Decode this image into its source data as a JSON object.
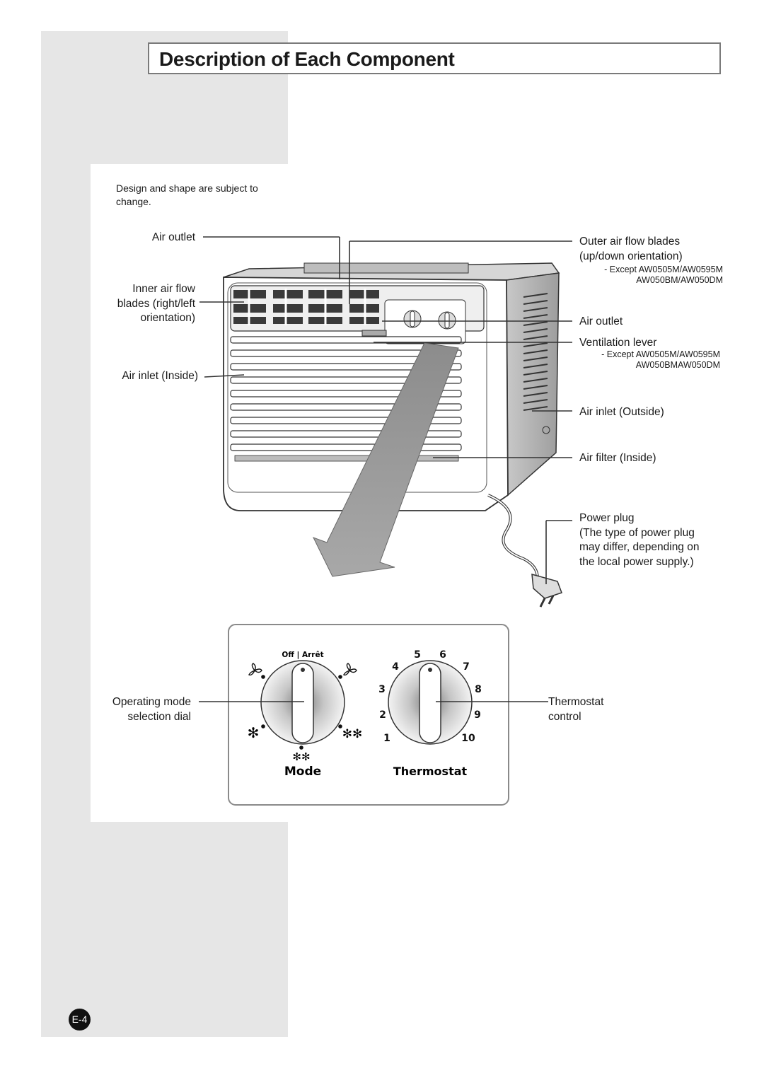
{
  "title": "Description of Each Component",
  "disclaimer": [
    "Design and shape are subject to",
    "change."
  ],
  "left_labels": {
    "air_outlet": "Air outlet",
    "inner_blades": [
      "Inner air flow",
      "blades (right/left",
      "orientation)"
    ],
    "air_inlet_inside": "Air inlet (Inside)"
  },
  "right_labels": {
    "outer_blades": [
      "Outer air flow blades",
      "(up/down orientation)"
    ],
    "outer_blades_note": [
      "- Except AW0505M/AW0595M",
      "AW050BM/AW050DM"
    ],
    "air_outlet": "Air outlet",
    "ventilation_lever": "Ventilation lever",
    "ventilation_note": [
      "- Except AW0505M/AW0595M",
      "AW050BMAW050DM"
    ],
    "air_inlet_outside": "Air inlet (Outside)",
    "air_filter_inside": "Air filter (Inside)",
    "power_plug": "Power plug",
    "power_plug_note": [
      "(The type of power plug",
      "may differ, depending on",
      "the local power supply.)"
    ]
  },
  "panel": {
    "operating_mode": [
      "Operating mode",
      "selection dial"
    ],
    "thermostat_control": [
      "Thermostat",
      "control"
    ],
    "off_label": "Off | Arrêt",
    "mode_caption": "Mode",
    "thermostat_caption": "Thermostat",
    "thermostat_numbers": [
      "1",
      "2",
      "3",
      "4",
      "5",
      "6",
      "7",
      "8",
      "9",
      "10"
    ],
    "mode_positions": [
      "fan-high",
      "fan-low",
      "cool-low",
      "cool-high",
      "cool-max"
    ]
  },
  "page_number": "E-4"
}
